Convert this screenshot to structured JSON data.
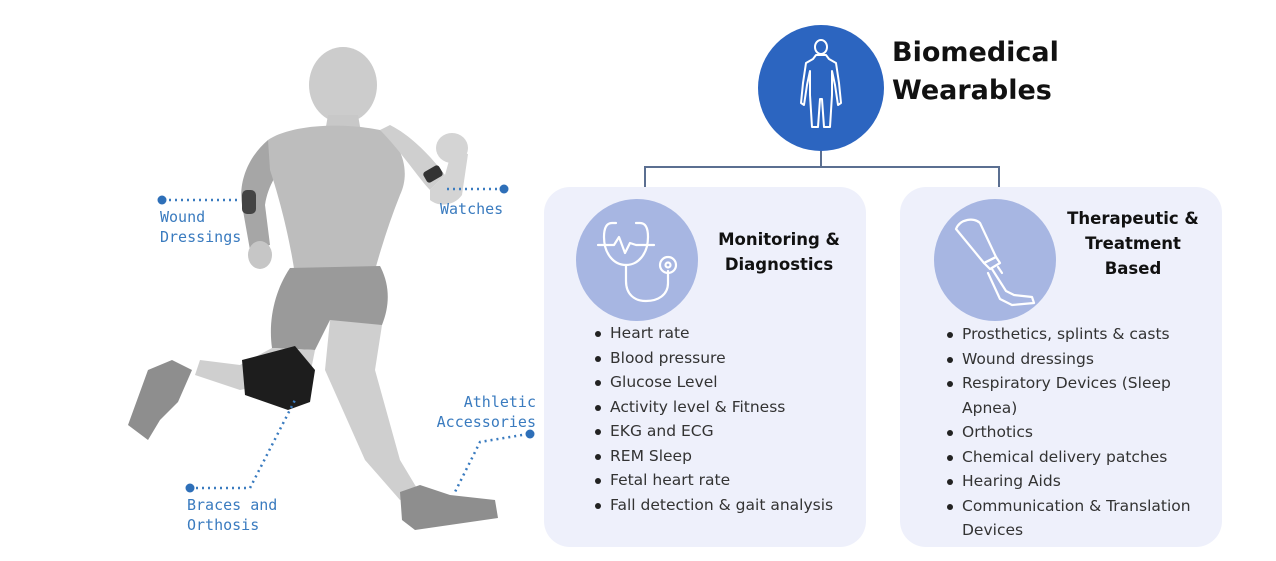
{
  "title": "Biomedical\nWearables",
  "figure": {
    "labels": {
      "wound_dressings": "Wound\nDressings",
      "watches": "Watches",
      "athletic_accessories": "Athletic\nAccessories",
      "braces_orthosis": "Braces and\nOrthosis"
    }
  },
  "categories": [
    {
      "heading": "Monitoring &\nDiagnostics",
      "icon": "stethoscope-icon",
      "items": [
        "Heart rate",
        "Blood pressure",
        "Glucose Level",
        "Activity level & Fitness",
        "EKG and ECG",
        "REM Sleep",
        "Fetal heart rate",
        "Fall detection & gait analysis"
      ]
    },
    {
      "heading": "Therapeutic &\nTreatment\nBased",
      "icon": "prosthetic-leg-icon",
      "items": [
        "Prosthetics, splints & casts",
        "Wound dressings",
        "Respiratory Devices (Sleep Apnea)",
        "Orthotics",
        "Chemical delivery patches",
        "Hearing Aids",
        "Communication & Translation Devices"
      ]
    }
  ],
  "colors": {
    "hub": "#2c65c0",
    "card_bg": "#eef0fb",
    "card_icon_bg": "#a7b6e2",
    "callout": "#3a7bbf",
    "connector": "#5b6f91"
  }
}
